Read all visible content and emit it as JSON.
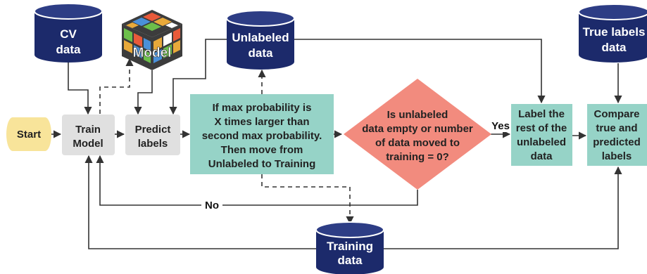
{
  "nodes": {
    "cv_data": [
      "CV",
      "data"
    ],
    "unlabeled_data": [
      "Unlabeled",
      "data"
    ],
    "true_labels_data": [
      "True labels",
      "data"
    ],
    "training_data": [
      "Training",
      "data"
    ],
    "model": "Model",
    "start": "Start",
    "train_model": [
      "Train",
      "Model"
    ],
    "predict_labels": [
      "Predict",
      "labels"
    ],
    "filter_step": [
      "If max probability is",
      "X times larger than",
      "second max probability.",
      "Then move from",
      "Unlabeled to Training"
    ],
    "decision": [
      "Is unlabeled",
      "data empty or number",
      "of data moved to",
      "training = 0?"
    ],
    "label_rest": [
      "Label the",
      "rest of the",
      "unlabeled",
      "data"
    ],
    "compare": [
      "Compare",
      "true and",
      "predicted",
      "labels"
    ]
  },
  "edge_labels": {
    "yes": "Yes",
    "no": "No"
  },
  "colors": {
    "database": "#1c2a6b",
    "start": "#f8e49a",
    "process_gray": "#e0e0e0",
    "process_teal": "#96d3c7",
    "decision": "#f28b7e"
  }
}
